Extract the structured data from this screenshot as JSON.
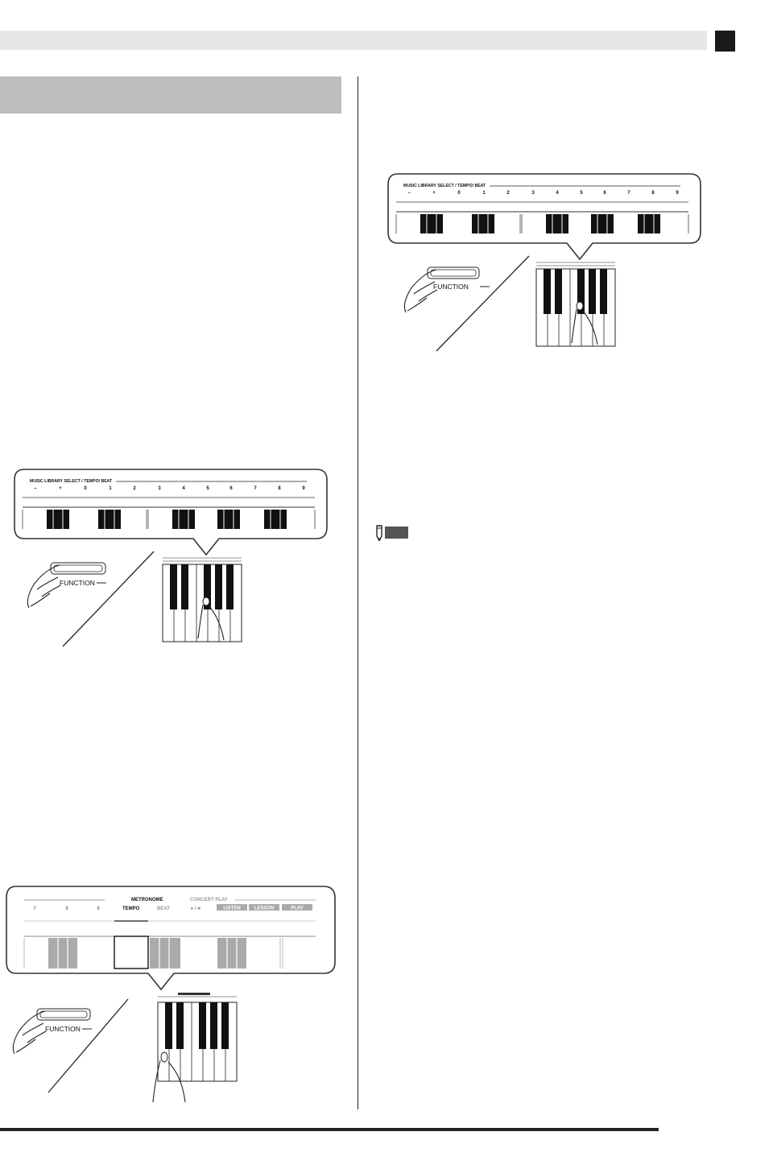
{
  "figures": {
    "music_library_panel": {
      "header": "MUSIC LIBRARY SELECT / TEMPO/ BEAT",
      "keys": [
        "–",
        "+",
        "0",
        "1",
        "2",
        "3",
        "4",
        "5",
        "6",
        "7",
        "8",
        "9"
      ],
      "function_button": "FUNCTION"
    },
    "metronome_panel": {
      "numbers": [
        "7",
        "8",
        "9"
      ],
      "metronome_label": "METRONOME",
      "tempo_label": "TEMPO",
      "beat_label": "BEAT",
      "concert_play_label": "CONCERT PLAY",
      "play_stop_label": "►/ ■",
      "listen_label": "LISTEN",
      "lesson_label": "LESSON",
      "play_label": "PLAY",
      "function_button": "FUNCTION"
    }
  }
}
